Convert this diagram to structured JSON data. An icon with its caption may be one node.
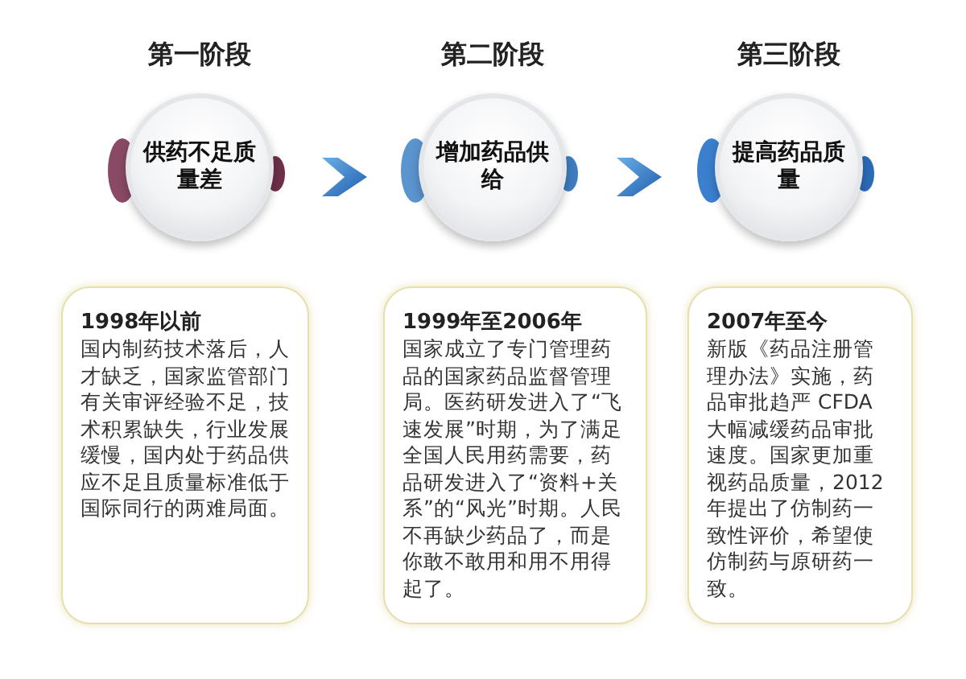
{
  "diagram": {
    "nodes": [
      {
        "text": [
          "第一阶段",
          "供药不足质量差"
        ]
      },
      {
        "text": [
          "第二阶段",
          "增加药品供给"
        ]
      },
      {
        "text": [
          "第三阶段",
          "提高药品质量"
        ]
      },
      {
        "text": [
          "1998年以前",
          "国内制药技术落后，人才缺乏，国家监管部门有关审评经验不足，技术积累缺失，行业发展缓慢，国内处于药品供应不足且质量标准低于国际同行的两难局面。"
        ]
      },
      {
        "text": [
          "1999年至2006年",
          "国家成立了专门管理药品的国家药品监督管理局。医药研发进入了“飞速发展”时期，为了满足全国人民用药需要，药品研发进入了“资料+关系”的“风光”时期。人民不再缺少药品了，而是你敢不敢用和用不用得起了。"
        ]
      },
      {
        "text": [
          "2007年至今",
          "新版《药品注册管理办法》实施，药品审批趋严 CFDA 大幅减缓药品审批速度。国家更加重视药品质量，2012 年提出了仿制药一致性评价，希望使仿制药与原研药一致。"
        ]
      }
    ],
    "edges": [
      {
        "from": 0,
        "to": 1,
        "arrow": "to"
      },
      {
        "from": 1,
        "to": 2,
        "arrow": "to"
      }
    ]
  }
}
